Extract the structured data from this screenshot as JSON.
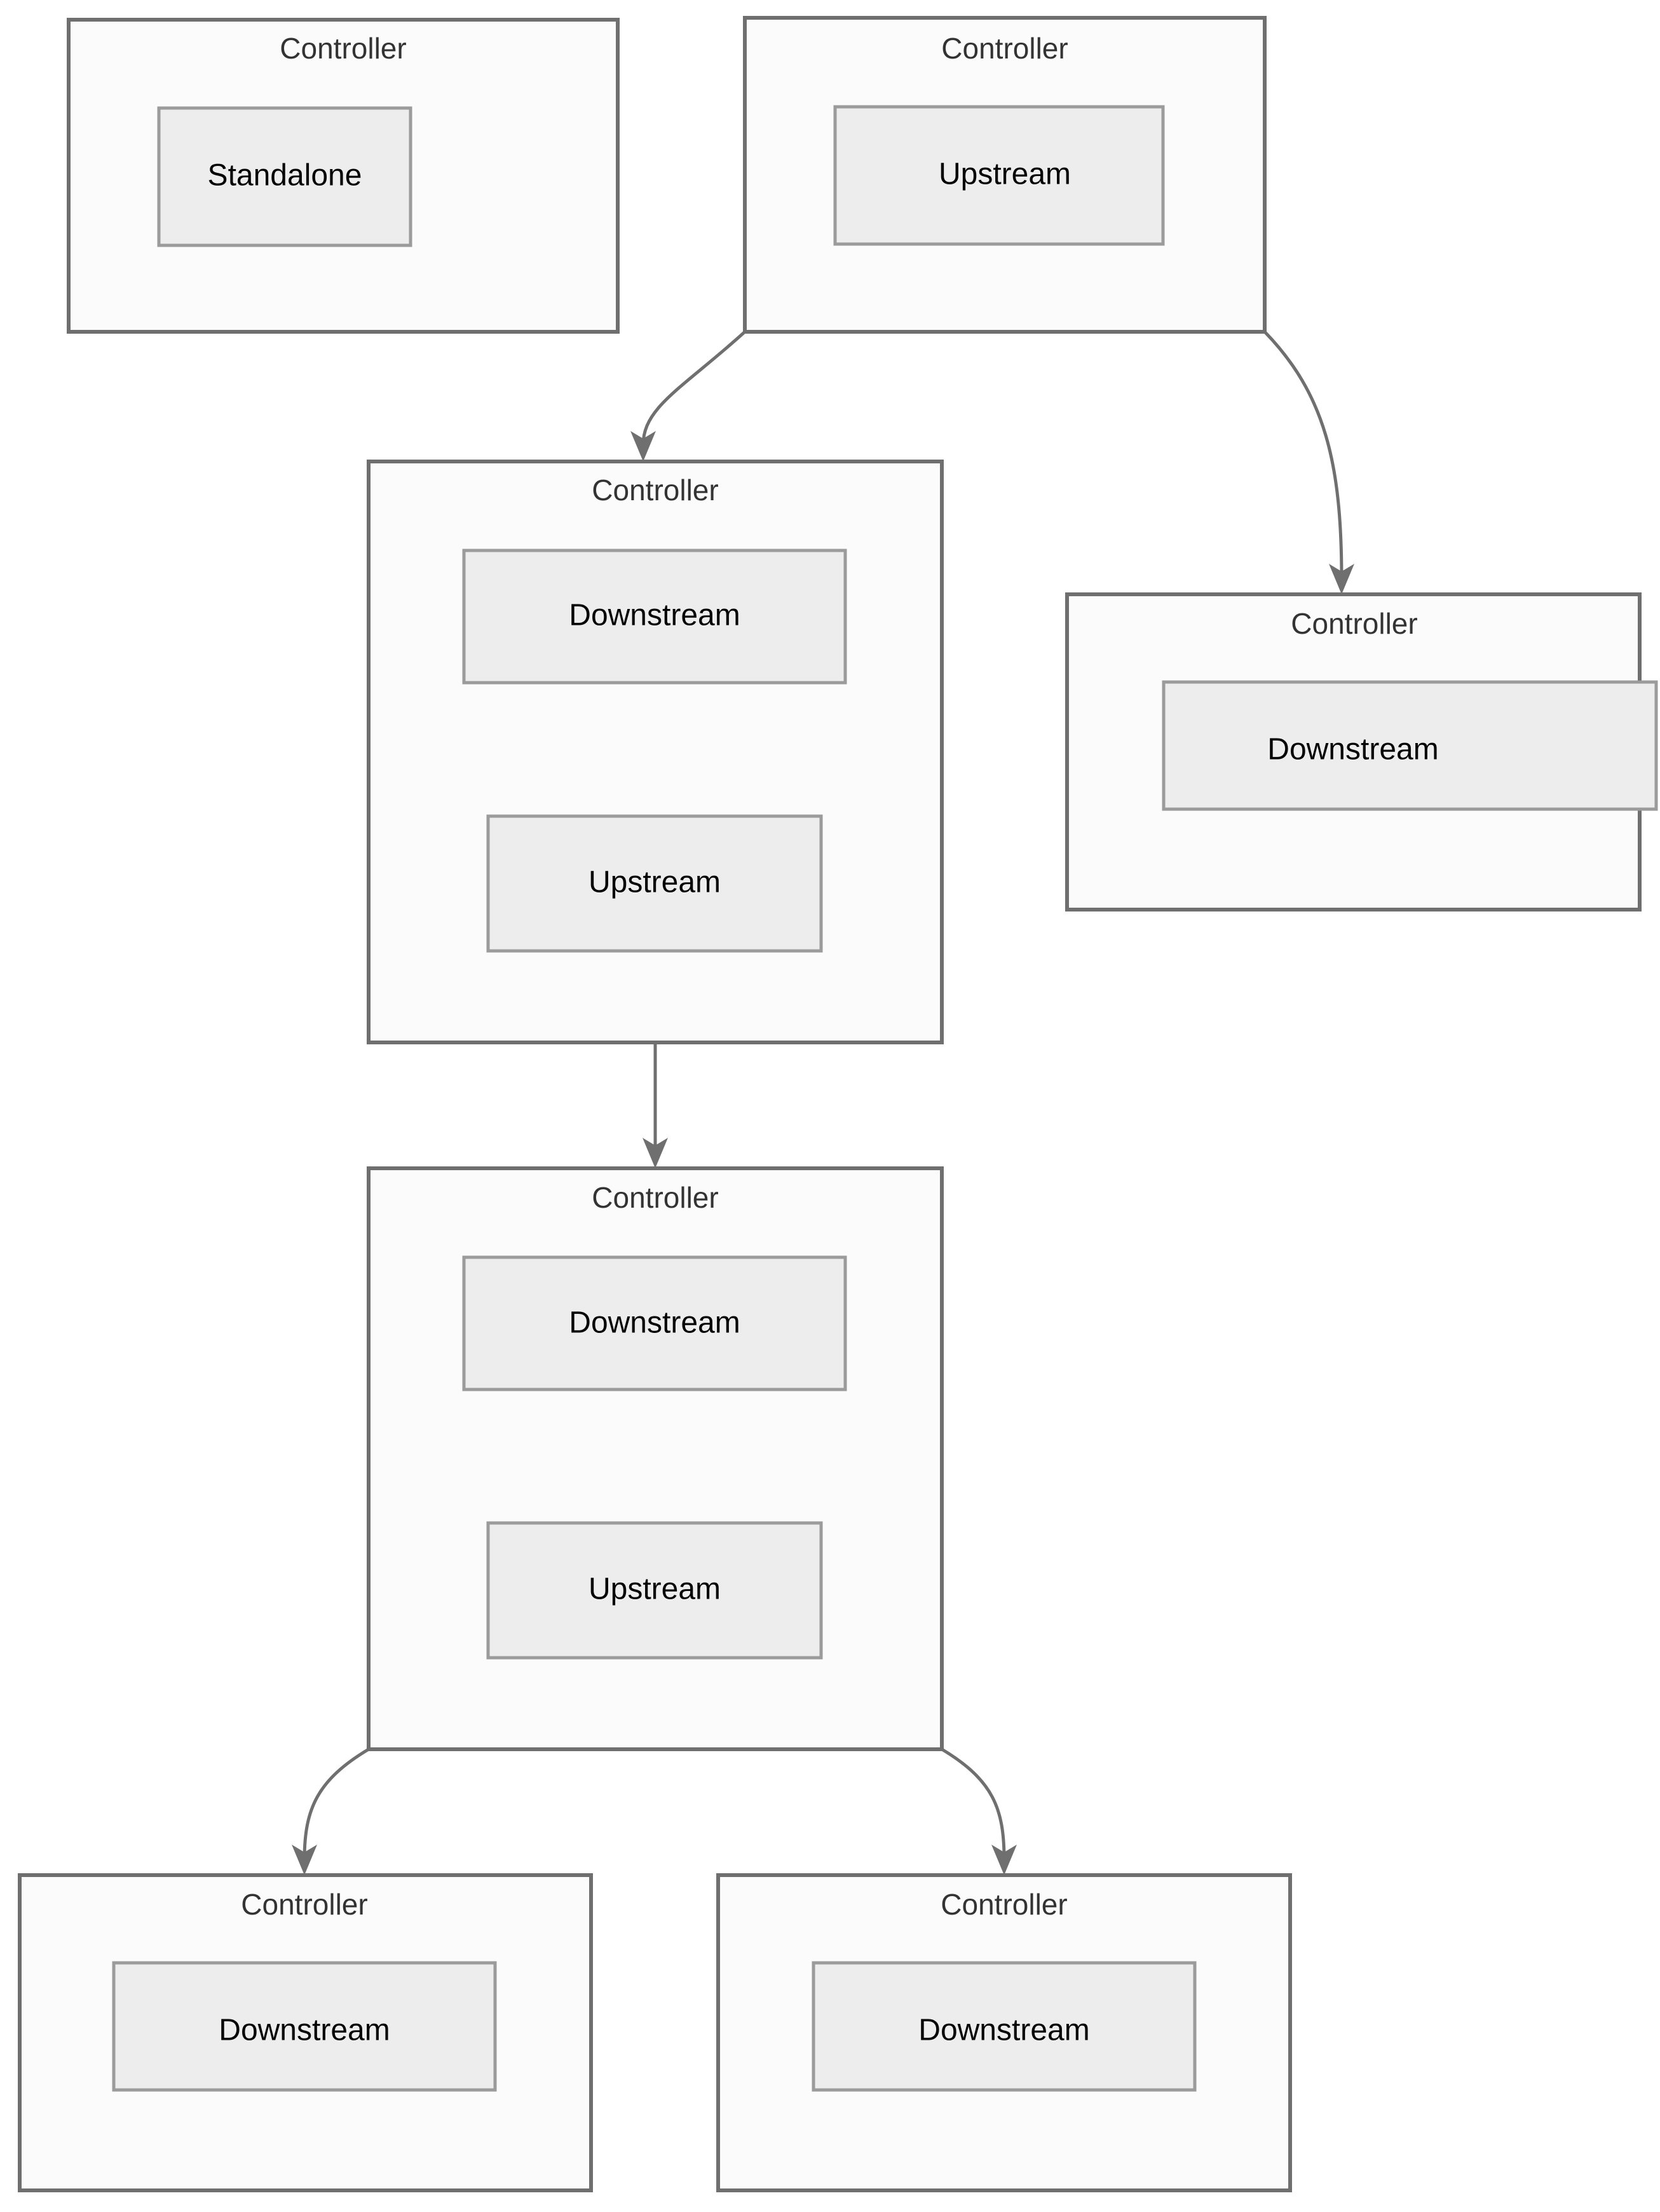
{
  "diagram": {
    "title_label": "Controller",
    "background_color": "#ffffff",
    "box_fill": "#fbfbfb",
    "box_stroke": "#6f6f6f",
    "inner_fill": "#ededed",
    "inner_stroke": "#9b9b9b",
    "title_color": "#333333",
    "label_color": "#050505",
    "edge_color": "#6f6f6f"
  },
  "nodes": {
    "standalone_controller": {
      "title": "Controller",
      "inner_label": "Standalone"
    },
    "upstream_root_controller": {
      "title": "Controller",
      "inner_label": "Upstream"
    },
    "mid_left_controller": {
      "title": "Controller",
      "inner_label_top": "Downstream",
      "inner_label_bottom": "Upstream"
    },
    "mid_right_controller": {
      "title": "Controller",
      "inner_label": "Downstream"
    },
    "lower_mid_controller": {
      "title": "Controller",
      "inner_label_top": "Downstream",
      "inner_label_bottom": "Upstream"
    },
    "leaf_left_controller": {
      "title": "Controller",
      "inner_label": "Downstream"
    },
    "leaf_right_controller": {
      "title": "Controller",
      "inner_label": "Downstream"
    }
  },
  "edges": [
    {
      "name": "upstream-root-to-mid-left",
      "from": "upstream_root_controller",
      "to": "mid_left_controller"
    },
    {
      "name": "upstream-root-to-mid-right",
      "from": "upstream_root_controller",
      "to": "mid_right_controller"
    },
    {
      "name": "mid-left-to-lower-mid",
      "from": "mid_left_controller",
      "to": "lower_mid_controller"
    },
    {
      "name": "lower-mid-to-leaf-left",
      "from": "lower_mid_controller",
      "to": "leaf_left_controller"
    },
    {
      "name": "lower-mid-to-leaf-right",
      "from": "lower_mid_controller",
      "to": "leaf_right_controller"
    }
  ]
}
